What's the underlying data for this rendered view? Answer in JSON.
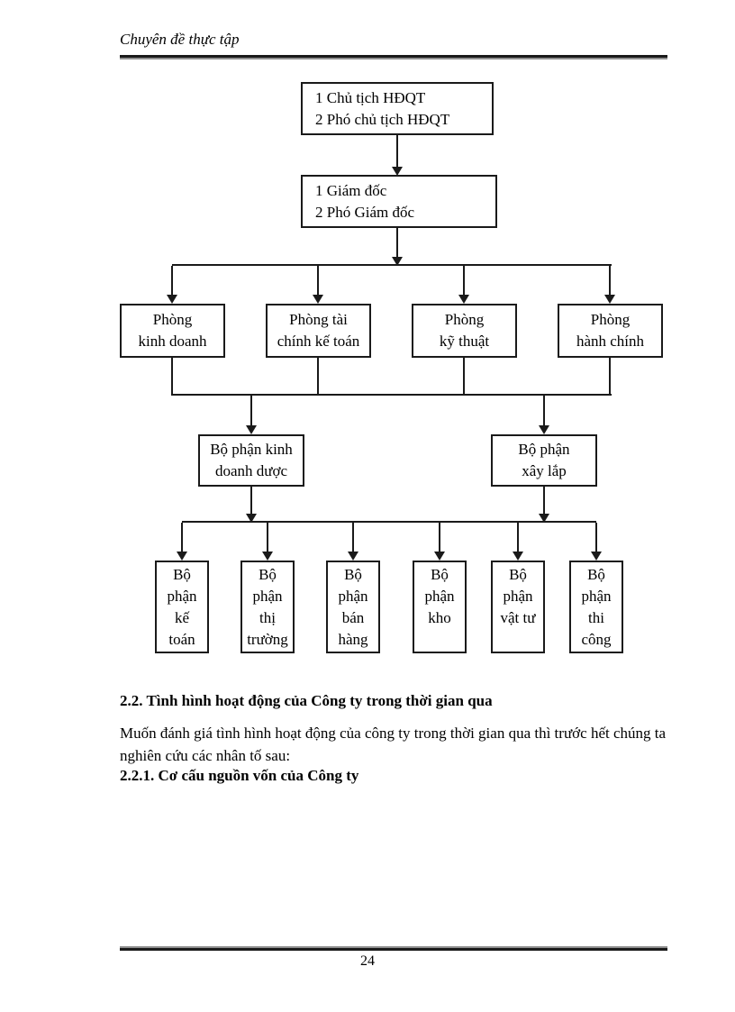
{
  "colors": {
    "ink": "#1a1a1a",
    "paper": "#ffffff",
    "rule_gray": "#8f8f8f"
  },
  "header": {
    "title": "Chuyên đề thực tập"
  },
  "org_chart": {
    "executive_board": "1 Chủ tịch HĐQT\n2 Phó chủ tịch HĐQT",
    "directorate": "1 Giám đốc\n2 Phó Giám đốc",
    "departments": [
      "Phòng\nkinh doanh",
      "Phòng tài\nchính kế toán",
      "Phòng\nkỹ thuật",
      "Phòng\nhành chính"
    ],
    "divisions": [
      "Bộ phận kinh\ndoanh dược",
      "Bộ phận\nxây lắp"
    ],
    "units": [
      "Bộ\nphận\nkế\ntoán",
      "Bộ\nphận\nthị\ntrường",
      "Bộ\nphận\nbán\nhàng",
      "Bộ\nphận\nkho",
      "Bộ\nphận\nvật tư",
      "Bộ\nphận\nthi\ncông"
    ]
  },
  "body": {
    "section_2_2_heading": "2.2. Tình hình hoạt động của Công ty trong thời gian qua",
    "paragraph": "Muốn đánh giá tình hình hoạt động của công ty trong thời gian qua thì trước hết chúng ta nghiên cứu các nhân tố sau:",
    "section_2_2_1_heading": "2.2.1. Cơ cấu nguồn vốn của Công ty"
  },
  "footer": {
    "page_number": "24"
  }
}
